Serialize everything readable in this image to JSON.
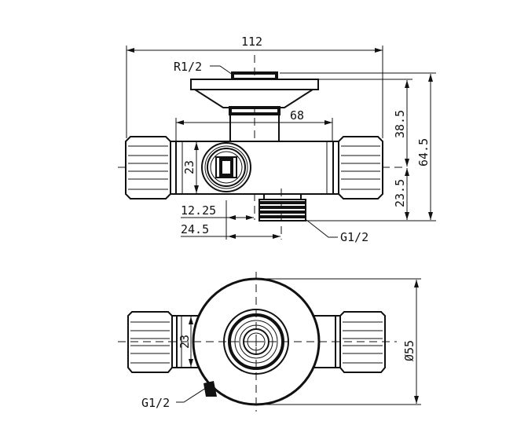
{
  "drawing": {
    "top_view": {
      "overall_width": "112",
      "inlet_thread": "R1/2",
      "body_length": "68",
      "body_height": "23",
      "handle_height": "38.5",
      "outlet_height": "23.5",
      "total_height": "64.5",
      "port_offset": "12.25",
      "outlet_offset": "24.5",
      "outlet_thread": "G1/2"
    },
    "bottom_view": {
      "body_height": "23",
      "diameter": "Ø55",
      "outlet_thread": "G1/2"
    },
    "colors": {
      "line": "#111111",
      "background": "#ffffff"
    }
  }
}
